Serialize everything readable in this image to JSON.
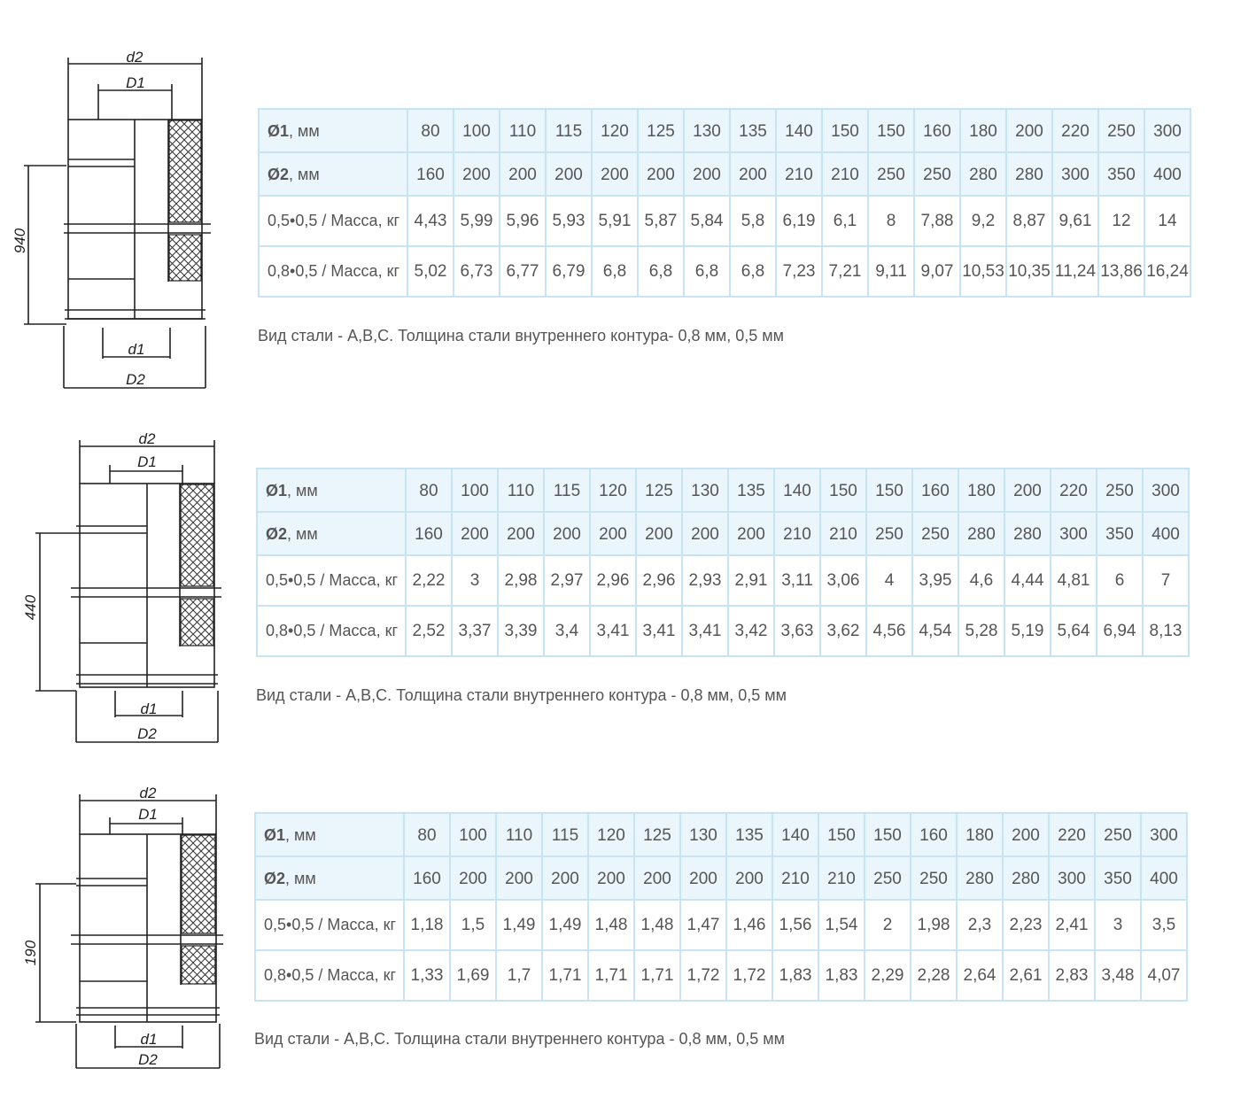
{
  "sections": [
    {
      "height_label": "940",
      "labels": {
        "d2": "d2",
        "D1": "D1",
        "d1": "d1",
        "D2": "D2"
      },
      "table": {
        "header_label": {
          "symbol": "Ø1",
          "unit": ", мм"
        },
        "d1": [
          "80",
          "100",
          "110",
          "115",
          "120",
          "125",
          "130",
          "135",
          "140",
          "150",
          "150",
          "160",
          "180",
          "200",
          "220",
          "250",
          "300"
        ],
        "d2_label": {
          "symbol": "Ø2",
          "unit": ", мм"
        },
        "d2": [
          "160",
          "200",
          "200",
          "200",
          "200",
          "200",
          "200",
          "200",
          "210",
          "210",
          "250",
          "250",
          "280",
          "280",
          "300",
          "350",
          "400"
        ],
        "row3_label": "0,5•0,5 / Масса, кг",
        "row3": [
          "4,43",
          "5,99",
          "5,96",
          "5,93",
          "5,91",
          "5,87",
          "5,84",
          "5,8",
          "6,19",
          "6,1",
          "8",
          "7,88",
          "9,2",
          "8,87",
          "9,61",
          "12",
          "14"
        ],
        "row4_label": "0,8•0,5 / Масса, кг",
        "row4": [
          "5,02",
          "6,73",
          "6,77",
          "6,79",
          "6,8",
          "6,8",
          "6,8",
          "6,8",
          "7,23",
          "7,21",
          "9,11",
          "9,07",
          "10,53",
          "10,35",
          "11,24",
          "13,86",
          "16,24"
        ]
      },
      "note": "Вид стали - А,В,С. Толщина стали внутреннего контура- 0,8 мм, 0,5 мм"
    },
    {
      "height_label": "440",
      "labels": {
        "d2": "d2",
        "D1": "D1",
        "d1": "d1",
        "D2": "D2"
      },
      "table": {
        "header_label": {
          "symbol": "Ø1",
          "unit": ", мм"
        },
        "d1": [
          "80",
          "100",
          "110",
          "115",
          "120",
          "125",
          "130",
          "135",
          "140",
          "150",
          "150",
          "160",
          "180",
          "200",
          "220",
          "250",
          "300"
        ],
        "d2_label": {
          "symbol": "Ø2",
          "unit": ", мм"
        },
        "d2": [
          "160",
          "200",
          "200",
          "200",
          "200",
          "200",
          "200",
          "200",
          "210",
          "210",
          "250",
          "250",
          "280",
          "280",
          "300",
          "350",
          "400"
        ],
        "row3_label": "0,5•0,5 / Масса, кг",
        "row3": [
          "2,22",
          "3",
          "2,98",
          "2,97",
          "2,96",
          "2,96",
          "2,93",
          "2,91",
          "3,11",
          "3,06",
          "4",
          "3,95",
          "4,6",
          "4,44",
          "4,81",
          "6",
          "7"
        ],
        "row4_label": "0,8•0,5 / Масса, кг",
        "row4": [
          "2,52",
          "3,37",
          "3,39",
          "3,4",
          "3,41",
          "3,41",
          "3,41",
          "3,42",
          "3,63",
          "3,62",
          "4,56",
          "4,54",
          "5,28",
          "5,19",
          "5,64",
          "6,94",
          "8,13"
        ]
      },
      "note": "Вид стали - А,В,С. Толщина стали внутреннего контура - 0,8 мм, 0,5 мм"
    },
    {
      "height_label": "190",
      "labels": {
        "d2": "d2",
        "D1": "D1",
        "d1": "d1",
        "D2": "D2"
      },
      "table": {
        "header_label": {
          "symbol": "Ø1",
          "unit": ", мм"
        },
        "d1": [
          "80",
          "100",
          "110",
          "115",
          "120",
          "125",
          "130",
          "135",
          "140",
          "150",
          "150",
          "160",
          "180",
          "200",
          "220",
          "250",
          "300"
        ],
        "d2_label": {
          "symbol": "Ø2",
          "unit": ", мм"
        },
        "d2": [
          "160",
          "200",
          "200",
          "200",
          "200",
          "200",
          "200",
          "200",
          "210",
          "210",
          "250",
          "250",
          "280",
          "280",
          "300",
          "350",
          "400"
        ],
        "row3_label": "0,5•0,5 / Масса, кг",
        "row3": [
          "1,18",
          "1,5",
          "1,49",
          "1,49",
          "1,48",
          "1,48",
          "1,47",
          "1,46",
          "1,56",
          "1,54",
          "2",
          "1,98",
          "2,3",
          "2,23",
          "2,41",
          "3",
          "3,5"
        ],
        "row4_label": "0,8•0,5 / Масса, кг",
        "row4": [
          "1,33",
          "1,69",
          "1,7",
          "1,71",
          "1,71",
          "1,71",
          "1,72",
          "1,72",
          "1,83",
          "1,83",
          "2,29",
          "2,28",
          "2,64",
          "2,61",
          "2,83",
          "3,48",
          "4,07"
        ]
      },
      "note": "Вид стали - А,В,С. Толщина стали внутреннего контура - 0,8 мм, 0,5 мм"
    }
  ]
}
